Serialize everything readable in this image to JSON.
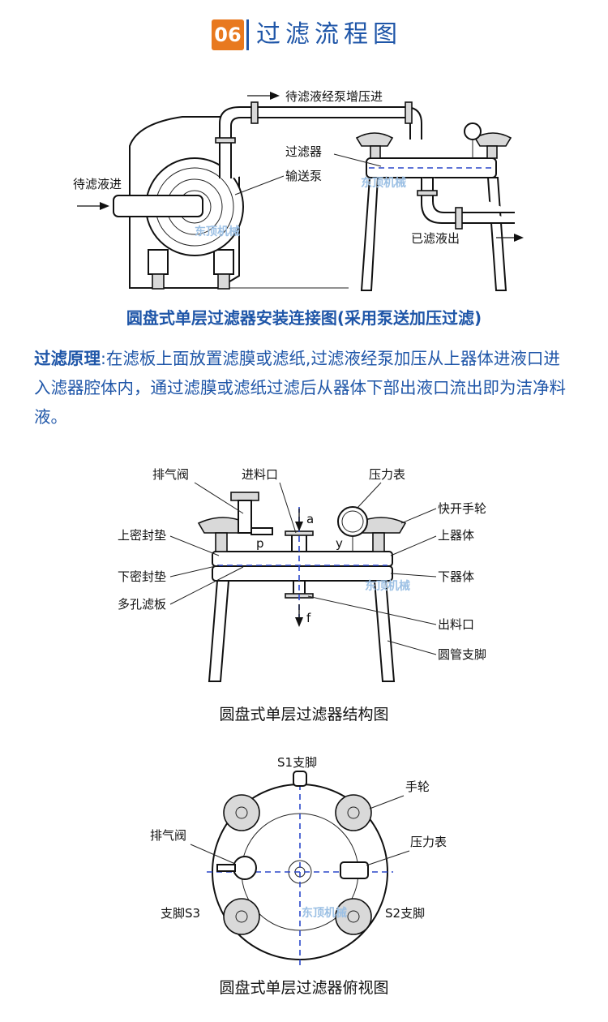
{
  "header": {
    "number": "06",
    "title": "过滤流程图"
  },
  "diagram1": {
    "labels": {
      "top_arrow": "待滤液经泵增压进",
      "inlet": "待滤液进",
      "filter": "过滤器",
      "pump": "输送泵",
      "outlet": "已滤液出"
    },
    "caption": "圆盘式单层过滤器安装连接图(采用泵送加压过滤)"
  },
  "principle": {
    "label": "过滤原理",
    "separator": ":",
    "text": "在滤板上面放置滤膜或滤纸,过滤液经泵加压从上器体进液口进入滤器腔体内，通过滤膜或滤纸过滤后从器体下部出液口流出即为洁净料液。"
  },
  "diagram2": {
    "labels": {
      "vent_valve": "排气阀",
      "inlet_port": "进料口",
      "pressure_gauge": "压力表",
      "hand_wheel": "快开手轮",
      "upper_seal": "上密封垫",
      "upper_body": "上器体",
      "lower_seal": "下密封垫",
      "lower_body": "下器体",
      "porous_plate": "多孔滤板",
      "outlet_port": "出料口",
      "tube_leg": "圆管支脚",
      "mark_a": "a",
      "mark_p": "p",
      "mark_y": "y",
      "mark_f": "f"
    },
    "caption": "圆盘式单层过滤器结构图"
  },
  "diagram3": {
    "labels": {
      "s1": "S1支脚",
      "hand_wheel": "手轮",
      "vent_valve": "排气阀",
      "pressure_gauge": "压力表",
      "s3": "支脚S3",
      "s2": "S2支脚"
    },
    "caption": "圆盘式单层过滤器俯视图"
  },
  "watermark": "东顶机械"
}
